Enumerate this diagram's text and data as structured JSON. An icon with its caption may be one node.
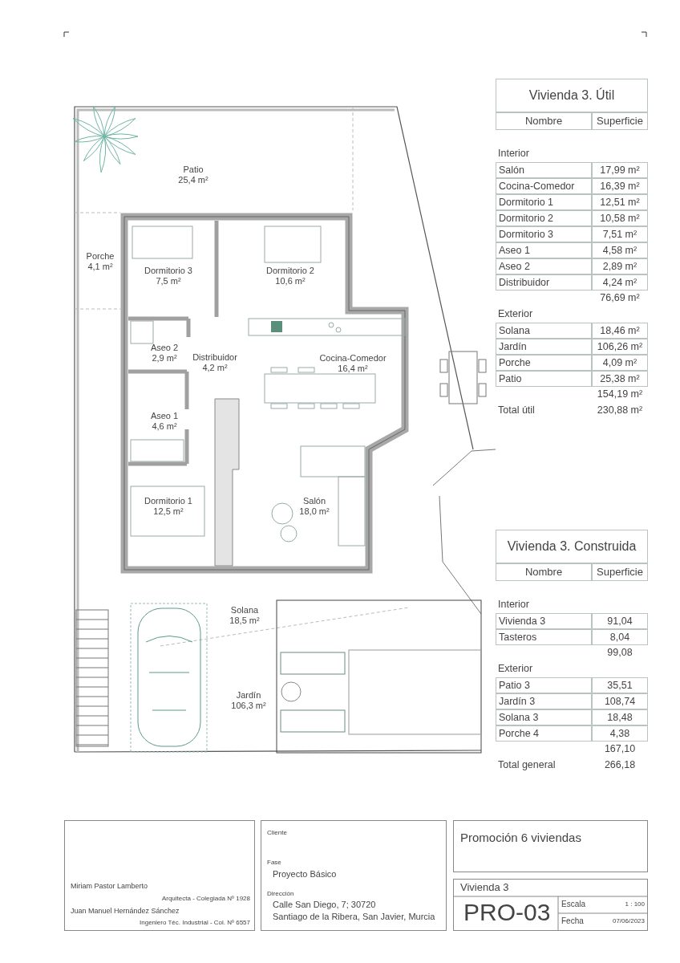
{
  "diagram": {
    "nodes": [
      {
        "text": [
          "Patio",
          "25,4 m²"
        ]
      },
      {
        "text": [
          "Porche",
          "4,1 m²"
        ]
      },
      {
        "text": [
          "Dormitorio 3",
          "7,5 m²"
        ]
      },
      {
        "text": [
          "Dormitorio 2",
          "10,6 m²"
        ]
      },
      {
        "text": [
          "Aseo 2",
          "2,9 m²"
        ]
      },
      {
        "text": [
          "Distribuidor",
          "4,2 m²"
        ]
      },
      {
        "text": [
          "Cocina-Comedor",
          "16,4 m²"
        ]
      },
      {
        "text": [
          "Aseo 1",
          "4,6 m²"
        ]
      },
      {
        "text": [
          "Dormitorio 1",
          "12,5 m²"
        ]
      },
      {
        "text": [
          "Salón",
          "18,0 m²"
        ]
      },
      {
        "text": [
          "Solana",
          "18,5 m²"
        ]
      },
      {
        "text": [
          "Jardín",
          "106,3 m²"
        ]
      }
    ],
    "edges": [],
    "labels": [
      "Vivienda 3. Útil",
      "Nombre",
      "Superficie",
      "Interior",
      "Salón",
      "17,99 m²",
      "Cocina-Comedor",
      "16,39 m²",
      "Dormitorio 1",
      "12,51 m²",
      "Dormitorio 2",
      "10,58 m²",
      "Dormitorio 3",
      "7,51 m²",
      "Aseo 1",
      "4,58 m²",
      "Aseo 2",
      "2,89 m²",
      "Distribuidor",
      "4,24 m²",
      "76,69 m²",
      "Exterior",
      "Solana",
      "18,46 m²",
      "Jardín",
      "106,26 m²",
      "Porche",
      "4,09 m²",
      "Patio",
      "25,38 m²",
      "154,19 m²",
      "Total útil",
      "230,88 m²",
      "Vivienda 3. Construida",
      "Nombre",
      "Superficie",
      "Interior",
      "Vivienda 3",
      "91,04",
      "Tasteros",
      "8,04",
      "99,08",
      "Exterior",
      "Patio 3",
      "35,51",
      "Jardín 3",
      "108,74",
      "Solana 3",
      "18,48",
      "Porche 4",
      "4,38",
      "167,10",
      "Total general",
      "266,18",
      "Miriam Pastor Lamberto",
      "Arquitecta - Colegiada Nº 1928",
      "Juan Manuel Hernández Sánchez",
      "Ingeniero Téc. Industrial - Col. Nº 6557",
      "Cliente",
      "Fase",
      "Proyecto Básico",
      "Dirección",
      "Calle San Diego, 7; 30720",
      "Santiago de la Ribera, San Javier, Murcia",
      "Promoción 6 viviendas",
      "Vivienda 3",
      "PRO-03",
      "Escala",
      "1 : 100",
      "Fecha",
      "07/06/2023"
    ]
  }
}
